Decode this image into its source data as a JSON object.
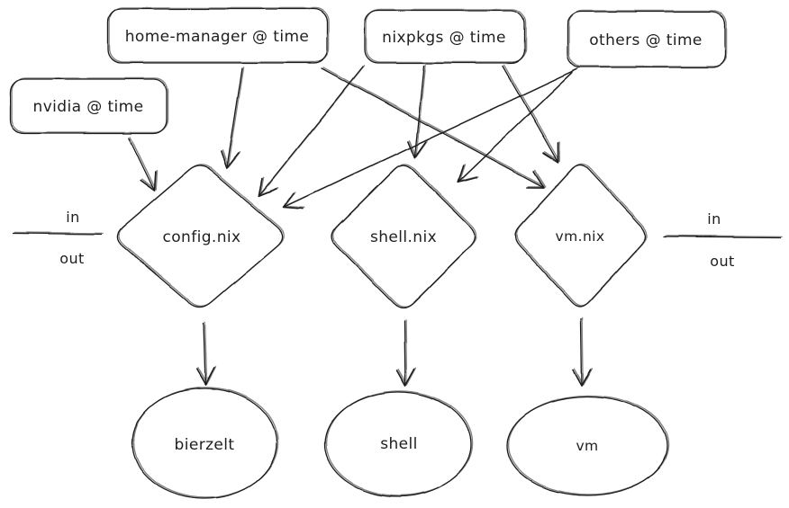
{
  "diagram": {
    "title": "nix flake inputs and outputs diagram",
    "background_color": "#ffffff",
    "stroke_color": "#1e1e1e",
    "nodes": [
      {
        "id": "nvidia",
        "type": "rounded-rect",
        "label": "nvidia @ time"
      },
      {
        "id": "home-manager",
        "type": "rounded-rect",
        "label": "home-manager @ time"
      },
      {
        "id": "nixpkgs",
        "type": "rounded-rect",
        "label": "nixpkgs @ time"
      },
      {
        "id": "others",
        "type": "rounded-rect",
        "label": "others @ time"
      },
      {
        "id": "config-nix",
        "type": "diamond",
        "label": "config.nix"
      },
      {
        "id": "shell-nix",
        "type": "diamond",
        "label": "shell.nix"
      },
      {
        "id": "vm-nix",
        "type": "diamond",
        "label": "vm.nix"
      },
      {
        "id": "bierzelt",
        "type": "ellipse",
        "label": "bierzelt"
      },
      {
        "id": "shell",
        "type": "ellipse",
        "label": "shell"
      },
      {
        "id": "vm",
        "type": "ellipse",
        "label": "vm"
      }
    ],
    "edges": [
      {
        "from": "nvidia",
        "to": "config-nix"
      },
      {
        "from": "home-manager",
        "to": "config-nix"
      },
      {
        "from": "home-manager",
        "to": "vm-nix"
      },
      {
        "from": "nixpkgs",
        "to": "config-nix"
      },
      {
        "from": "nixpkgs",
        "to": "shell-nix"
      },
      {
        "from": "nixpkgs",
        "to": "vm-nix"
      },
      {
        "from": "others",
        "to": "config-nix"
      },
      {
        "from": "others",
        "to": "shell-nix"
      },
      {
        "from": "config-nix",
        "to": "bierzelt"
      },
      {
        "from": "shell-nix",
        "to": "shell"
      },
      {
        "from": "vm-nix",
        "to": "vm"
      }
    ],
    "annotations": {
      "left": {
        "in": "in",
        "out": "out"
      },
      "right": {
        "in": "in",
        "out": "out"
      }
    }
  }
}
